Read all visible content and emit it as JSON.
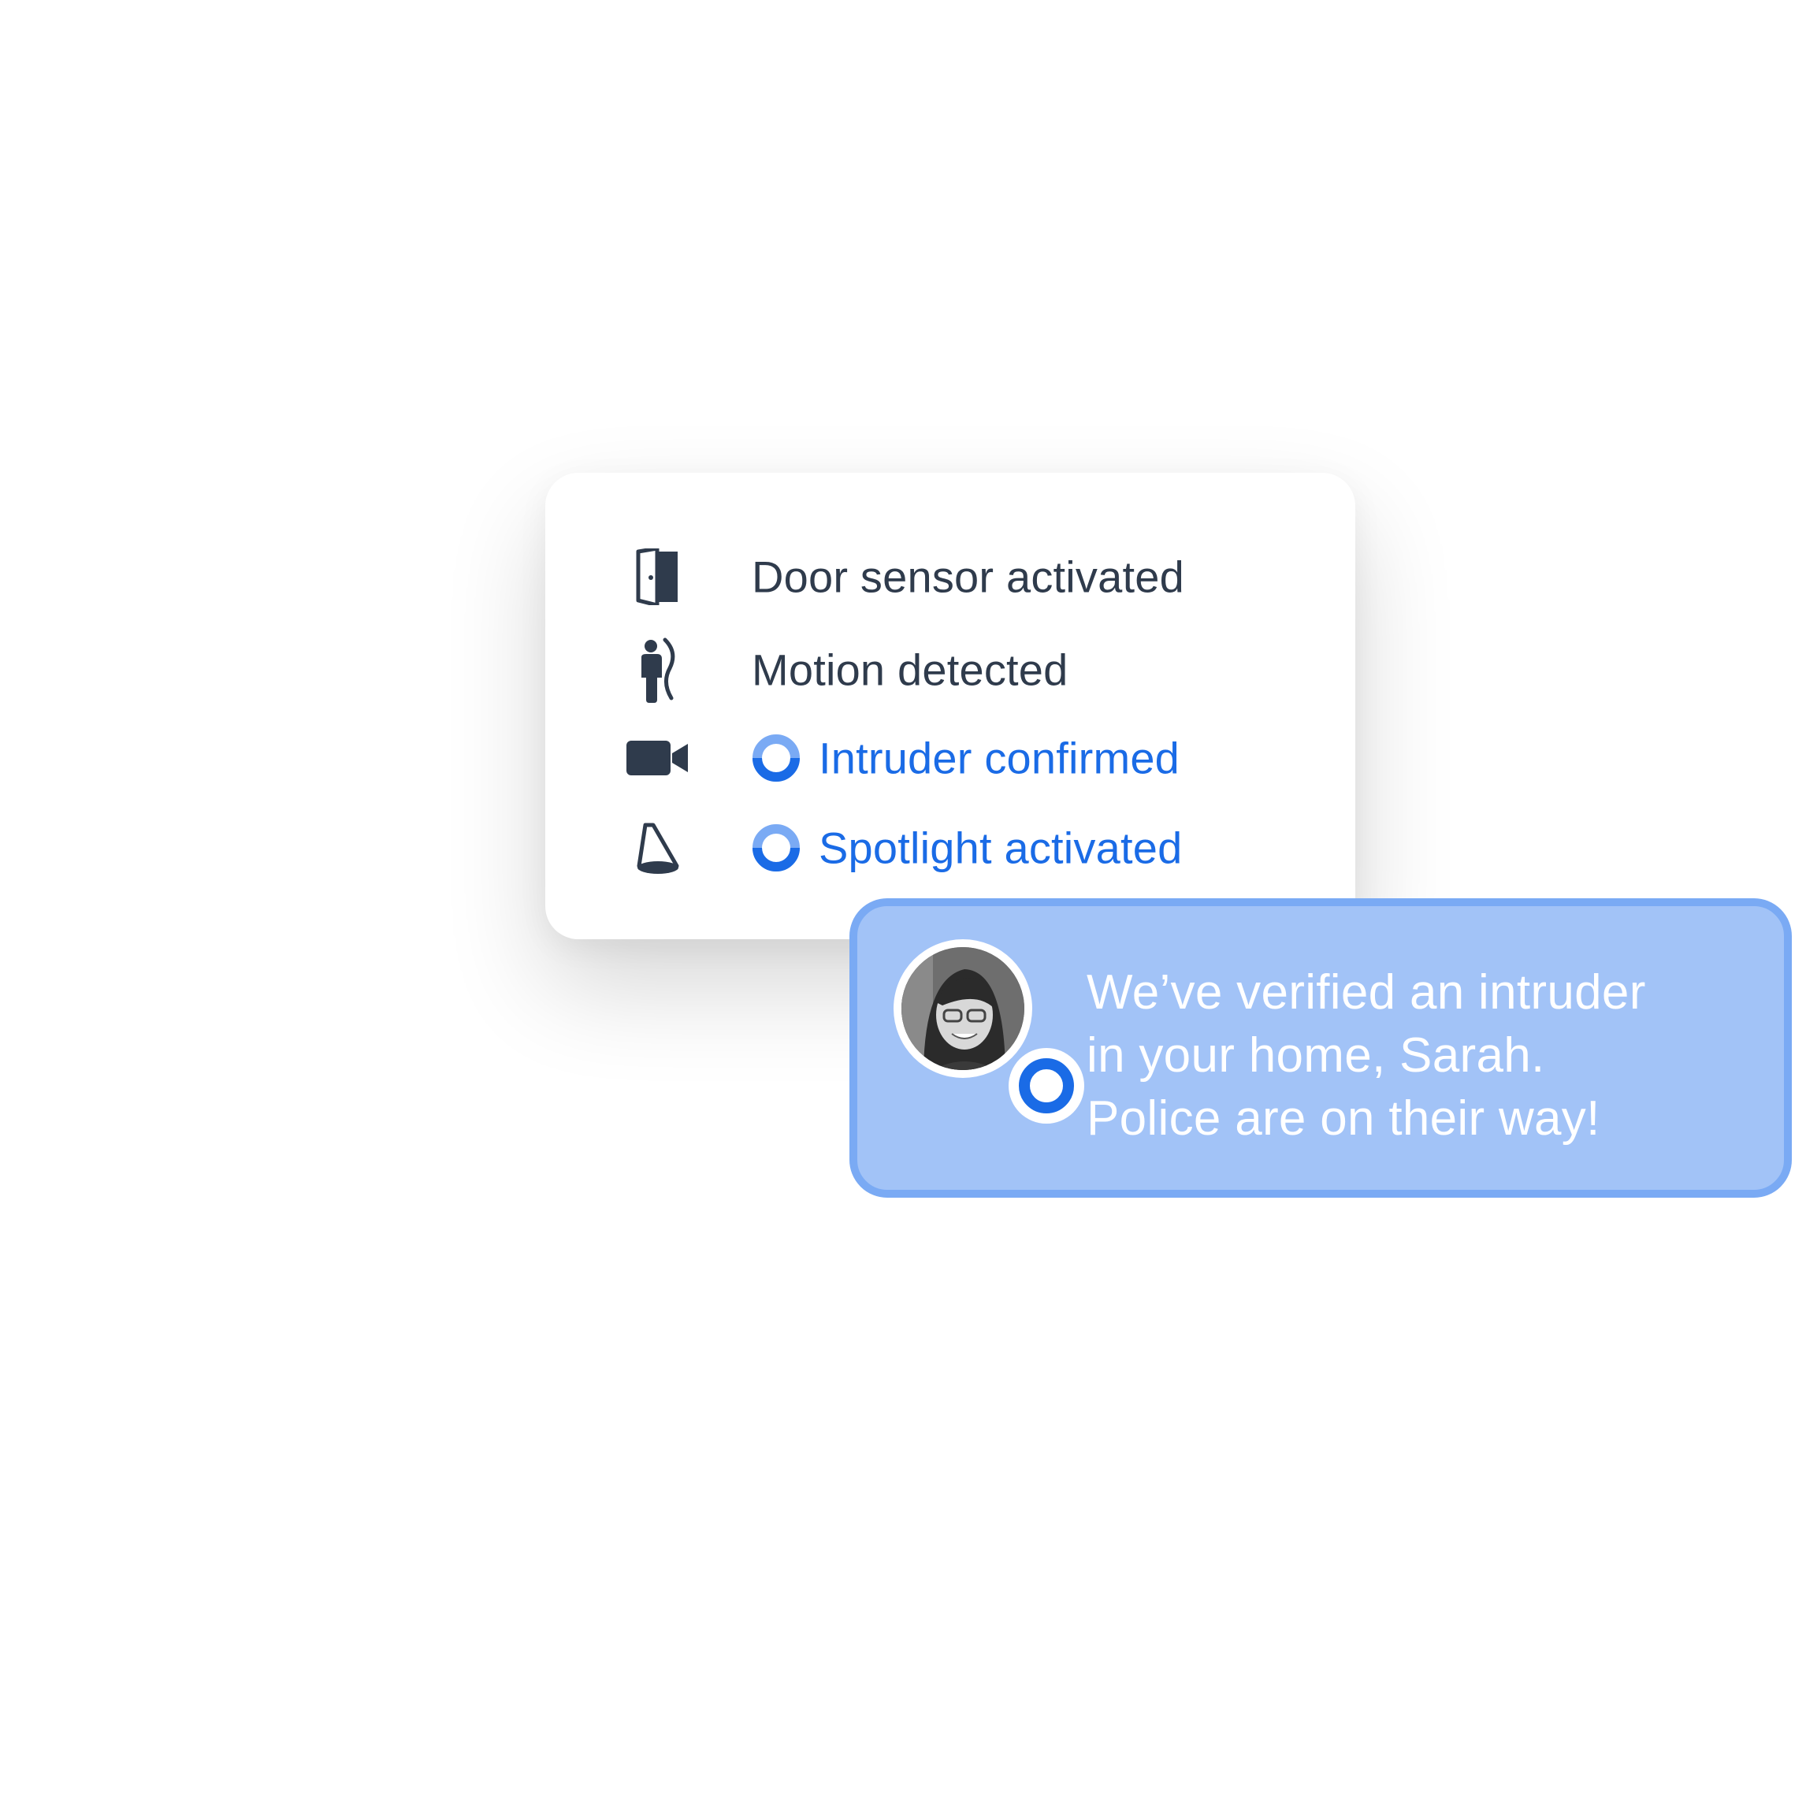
{
  "events": [
    {
      "icon": "door-icon",
      "label": "Door sensor activated",
      "status": "done"
    },
    {
      "icon": "motion-icon",
      "label": "Motion detected",
      "status": "done"
    },
    {
      "icon": "camera-icon",
      "label": "Intruder confirmed",
      "status": "pending"
    },
    {
      "icon": "spotlight-icon",
      "label": "Spotlight activated",
      "status": "pending"
    }
  ],
  "message": {
    "lines": [
      "We’ve verified an intruder",
      "in your home, Sarah.",
      "Police are on their way!"
    ]
  },
  "colors": {
    "icon_dark": "#2f3b4c",
    "accent_blue": "#1a6be6",
    "spinner_light": "#7aaaf4",
    "bubble_fill": "#a2c3f7",
    "bubble_border": "#7aaaf4"
  }
}
